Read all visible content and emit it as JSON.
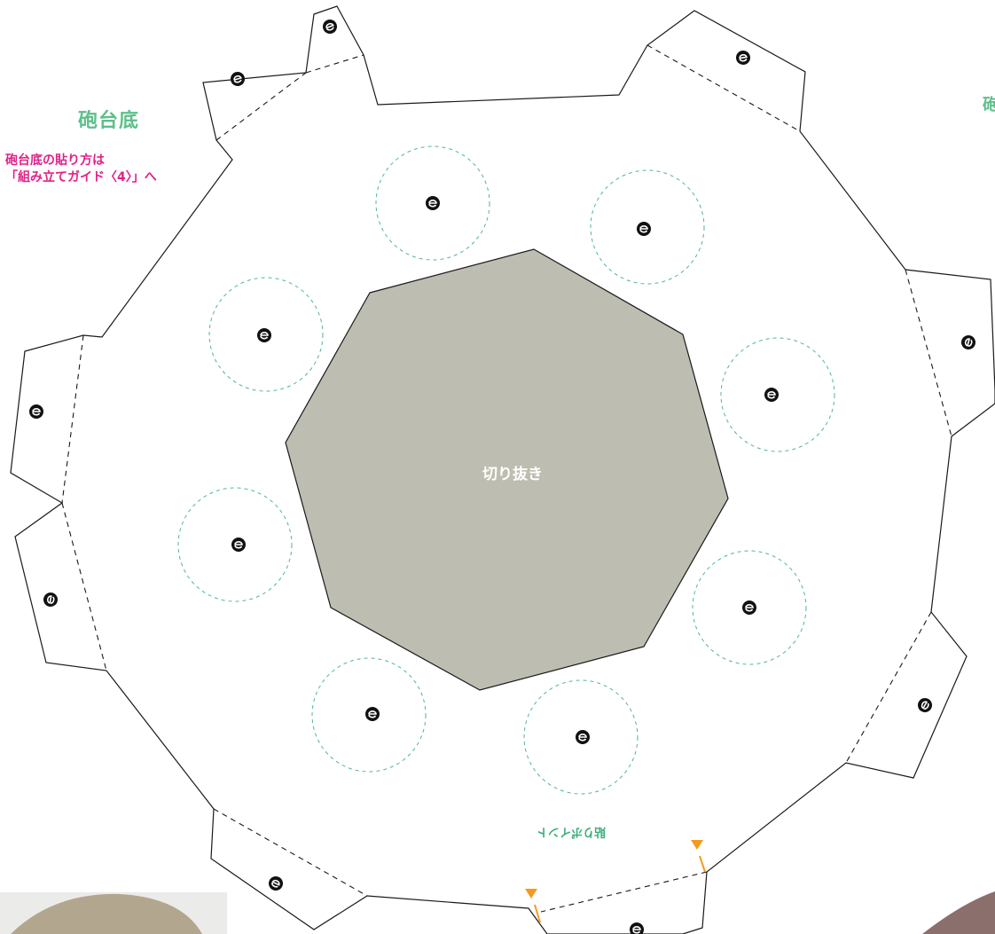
{
  "title": "砲台底",
  "title_cut": "砲",
  "instructions": {
    "line1": "砲台底の貼り方は",
    "line2": "「組み立てガイド〈4〉」へ"
  },
  "cutout_label": "切り抜き",
  "glue_point_label": "貼りポイント",
  "colors": {
    "title": "#5dbf8a",
    "note": "#e0218a",
    "cutout_fill": "#bdbdb1",
    "guide_circle": "#4fb98a",
    "glue_marker": "#f39a1e",
    "line": "#1a1a1a"
  },
  "icons": {
    "glue_mark": "glue-dot-icon",
    "glue_arrow": "triangle-marker-icon"
  }
}
